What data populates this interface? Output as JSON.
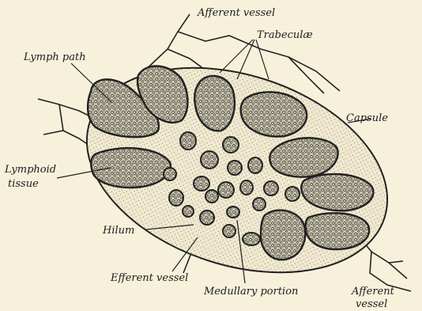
{
  "figure": {
    "ink_color": "#222222",
    "paper_color": "#f7f1dc",
    "tissue_fill": "#cfcab4",
    "labels": {
      "afferent_top": "Afferent vessel",
      "trabeculae": "Trabeculæ",
      "lymph_path": "Lymph path",
      "capsule": "Capsule",
      "lymphoid_line1": "Lymphoid",
      "lymphoid_line2": "tissue",
      "hilum": "Hilum",
      "efferent": "Efferent vessel",
      "medullary": "Medullary portion",
      "afferent_bottom_line1": "Afferent",
      "afferent_bottom_line2": "vessel"
    }
  }
}
